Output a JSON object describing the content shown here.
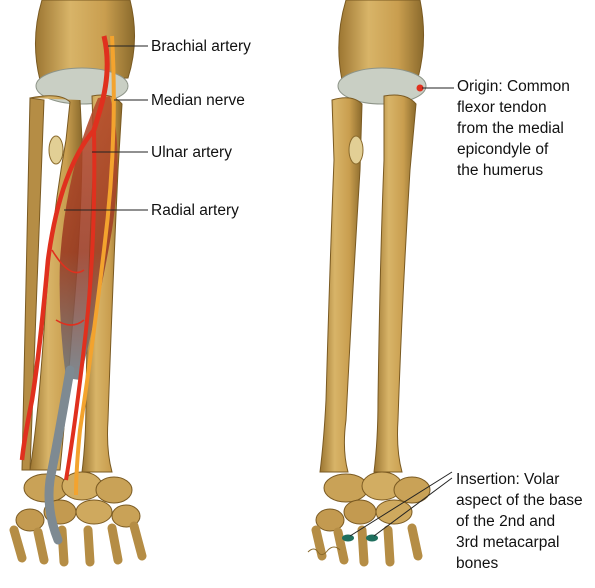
{
  "labels": {
    "brachial_artery": "Brachial artery",
    "median_nerve": "Median nerve",
    "ulnar_artery": "Ulnar artery",
    "radial_artery": "Radial artery",
    "origin": "Origin: Common\nflexor tendon\nfrom the medial\nepicondyle of\nthe humerus",
    "insertion": "Insertion: Volar\naspect of the base\nof the 2nd and\n3rd metacarpal\nbones"
  },
  "colors": {
    "background": "#ffffff",
    "bone": "#c9a257",
    "bone_shadow": "#8a6a2c",
    "cartilage": "#c9cfc4",
    "artery": "#e0301e",
    "nerve": "#f3a32e",
    "muscle": "#a63c22",
    "tendon": "#7e8a92",
    "leader_line": "#222222",
    "insertion_marker": "#1f6f5e"
  },
  "icons": {
    "origin_marker": "red-dot-origin-marker",
    "insertion_marker": "green-dot-insertion-marker",
    "signature": "artist-signature"
  }
}
